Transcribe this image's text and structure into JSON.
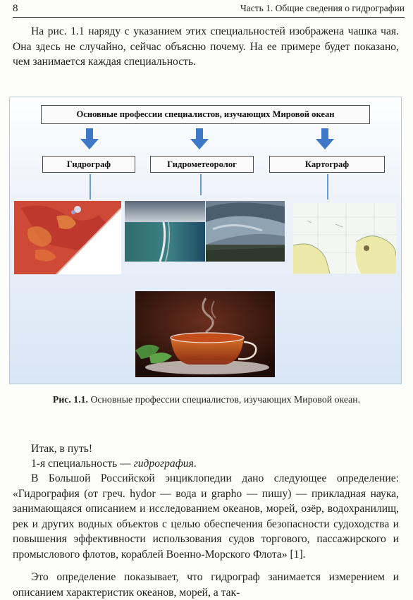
{
  "header": {
    "page_number": "8",
    "running_head": "Часть 1. Общие сведения о гидрографии"
  },
  "intro": "На рис. 1.1 наряду с указанием этих специальностей изображена чашка чая. Она здесь не случайно, сейчас объясню почему. На ее примере будет показано, чем занимается каждая специальность.",
  "figure": {
    "top_box": "Основные профессии специалистов, изучающих Мировой океан",
    "professions": [
      "Гидрограф",
      "Гидрометеоролог",
      "Картограф"
    ],
    "colors": {
      "arrow": "#3f78c6",
      "line": "#6a9ad0",
      "border": "#b9c6d4"
    }
  },
  "caption": {
    "label": "Рис. 1.1.",
    "text": " Основные профессии специалистов, изучающих Мировой океан."
  },
  "body": {
    "p1": "Итак, в путь!",
    "p2_prefix": "1-я специальность — ",
    "p2_term": "гидрография",
    "p2_suffix": ".",
    "p3": "В Большой Российской энциклопедии дано следующее определение: «Гидрография (от греч. hydor — вода и grapho — пишу) — прикладная наука, занимающаяся описанием и исследованием океанов, морей, озёр, водохранилищ, рек и других водных объектов с целью обеспечения безопасности судоходства и повышения эффективности использования судов торгового, пассажирского и промыслового флотов, кораблей Военно-Морского Флота» [1].",
    "p4": "Это определение показывает, что гидрограф занимается измерением и описанием характеристик океанов, морей, а так-"
  }
}
